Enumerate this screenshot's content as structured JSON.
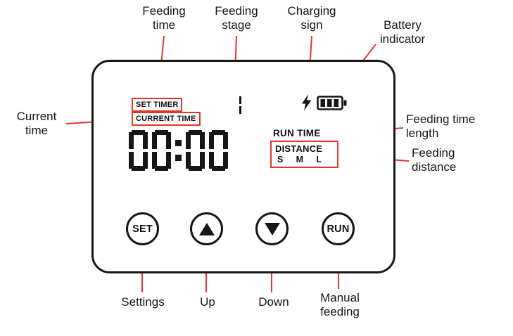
{
  "colors": {
    "accent": "#e5352b",
    "ink": "#1c1c1c"
  },
  "device": {
    "display": {
      "set_timer_label": "SET TIMER",
      "current_time_label": "CURRENT TIME",
      "stage": "1",
      "time": "00:00",
      "run_time_label": "RUN TIME",
      "distance_label": "DISTANCE",
      "distance_levels": [
        "S",
        "M",
        "L"
      ]
    },
    "buttons": {
      "set": "SET",
      "run": "RUN"
    },
    "icons": {
      "charging": "lightning-icon",
      "battery": "battery-icon",
      "up": "triangle-up-icon",
      "down": "triangle-down-icon"
    }
  },
  "callouts": {
    "feeding_time": "Feeding\ntime",
    "feeding_stage": "Feeding\nstage",
    "charging_sign": "Charging\nsign",
    "battery_indicator": "Battery\nindicator",
    "current_time": "Current\ntime",
    "feeding_time_length": "Feeding time\nlength",
    "feeding_distance": "Feeding\ndistance",
    "settings": "Settings",
    "up": "Up",
    "down": "Down",
    "manual_feeding": "Manual\nfeeding"
  }
}
